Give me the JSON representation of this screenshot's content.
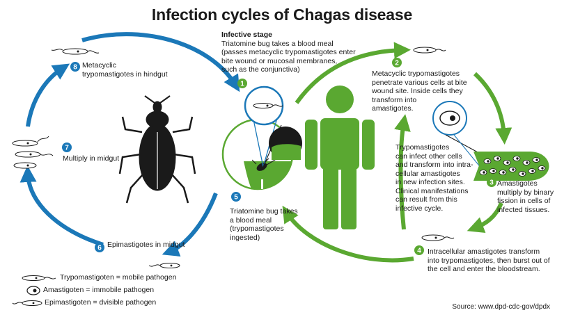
{
  "title": "Infection cycles of Chagas disease",
  "colors": {
    "blue": "#1b78b8",
    "green": "#5aa831",
    "dark": "#1a1a1a"
  },
  "infective_stage": {
    "heading": "Infective stage",
    "line1": "Triatomine bug takes a blood meal",
    "line2": "(passes metacyclic trypomastigotes enter",
    "line3": "bite wound or mucosal membranes,",
    "line4": "such as the conjunctiva)"
  },
  "steps": [
    {
      "num": "1"
    },
    {
      "num": "2",
      "lines": [
        "Metacyclic trypomastigotes",
        "penetrate various cells at bite",
        "wound site. Inside cells they",
        "transform into",
        "amastigotes."
      ]
    },
    {
      "num": "3",
      "lines": [
        "Amastigotes",
        "multiply by binary",
        "fission in cells of",
        "infected tissues."
      ]
    },
    {
      "num": "4",
      "lines": [
        "Intracellular amastigotes transform",
        "into trypomastigotes, then burst out of",
        "the cell and enter the bloodstream."
      ]
    },
    {
      "num": "5",
      "lines": [
        "Triatomine bug takes",
        "a blood meal",
        "(trypomastigotes",
        "ingested)"
      ]
    },
    {
      "num": "6",
      "label": "Epimastigotes in midgut"
    },
    {
      "num": "7",
      "label": "Multiply in midgut"
    },
    {
      "num": "8",
      "lines": [
        "Metacyclic",
        "trypomastigotes in hindgut"
      ]
    }
  ],
  "center_note": [
    "Trypomastigotes",
    "can infect other cells",
    "and transform into intra-",
    "cellular amastigotes",
    "in new infection sites.",
    "Clinical manifestations",
    "can result from this",
    "infective cycle."
  ],
  "legend": [
    {
      "icon": "trypomastigote-icon",
      "label": "Trypomastigoten = mobile pathogen"
    },
    {
      "icon": "amastigote-icon",
      "label": "Amastigoten = immobile pathogen"
    },
    {
      "icon": "epimastigote-icon",
      "label": "Epimastigoten = dvisible pathogen"
    }
  ],
  "source": "Source: www.dpd-cdc-gov/dpdx"
}
